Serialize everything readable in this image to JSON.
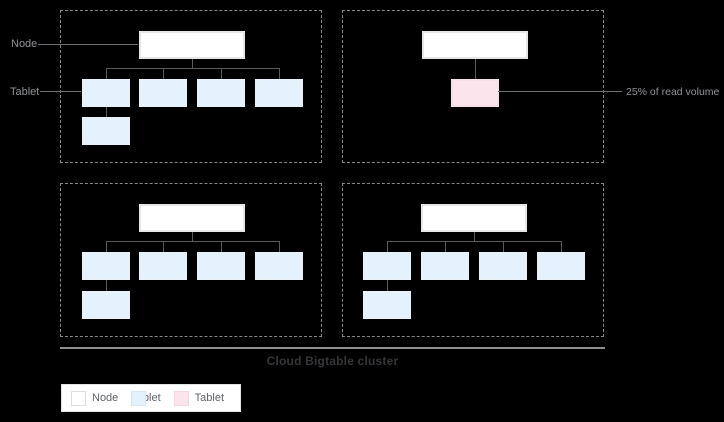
{
  "diagram": {
    "title": "Cloud Bigtable cluster",
    "annotations": {
      "node": "Node",
      "tablet": "Tablet",
      "read_volume": "25% of read volume"
    },
    "quadrants": [
      {
        "name": "top-left",
        "node": "Node",
        "tablets_row": 4,
        "tablets_sub": 1,
        "hot_tablets": 0
      },
      {
        "name": "top-right",
        "node": "Node",
        "tablets_row": 0,
        "tablets_sub": 0,
        "hot_tablets": 1
      },
      {
        "name": "bottom-left",
        "node": "Node",
        "tablets_row": 4,
        "tablets_sub": 1,
        "hot_tablets": 0
      },
      {
        "name": "bottom-right",
        "node": "Node",
        "tablets_row": 4,
        "tablets_sub": 1,
        "hot_tablets": 0
      }
    ],
    "colors": {
      "background": "#000000",
      "node_fill": "#ffffff",
      "tablet_fill": "#e3f2fd",
      "hot_tablet_fill": "#fce4ec",
      "connector": "#57595c",
      "dashed_border": "#85878a",
      "label_text": "#8f9297",
      "cluster_text": "#35373a"
    }
  },
  "legend": {
    "items": [
      {
        "label": "Node",
        "swatch": "#ffffff"
      },
      {
        "label": "Tablet",
        "swatch": "#e3f2fd"
      },
      {
        "label": "Tablet",
        "swatch": "#fce4ec"
      }
    ]
  }
}
